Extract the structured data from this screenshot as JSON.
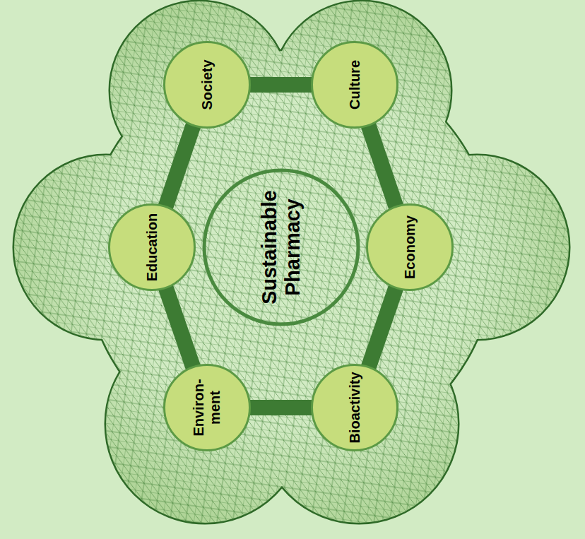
{
  "diagram": {
    "nodes": [
      {
        "text": [
          "Society"
        ]
      },
      {
        "text": [
          "Culture"
        ]
      },
      {
        "text": [
          "Education"
        ]
      },
      {
        "text": [
          "Sustainable Pharmacy"
        ]
      },
      {
        "text": [
          "Economy"
        ]
      },
      {
        "text": [
          "Environ- ment"
        ]
      },
      {
        "text": [
          "Bioactivity"
        ]
      }
    ],
    "edges": [
      {
        "from": 0,
        "to": 1,
        "arrow": "none"
      },
      {
        "from": 1,
        "to": 4,
        "arrow": "none"
      },
      {
        "from": 4,
        "to": 6,
        "arrow": "none"
      },
      {
        "from": 6,
        "to": 5,
        "arrow": "none"
      },
      {
        "from": 5,
        "to": 2,
        "arrow": "none"
      },
      {
        "from": 2,
        "to": 0,
        "arrow": "none"
      }
    ]
  }
}
